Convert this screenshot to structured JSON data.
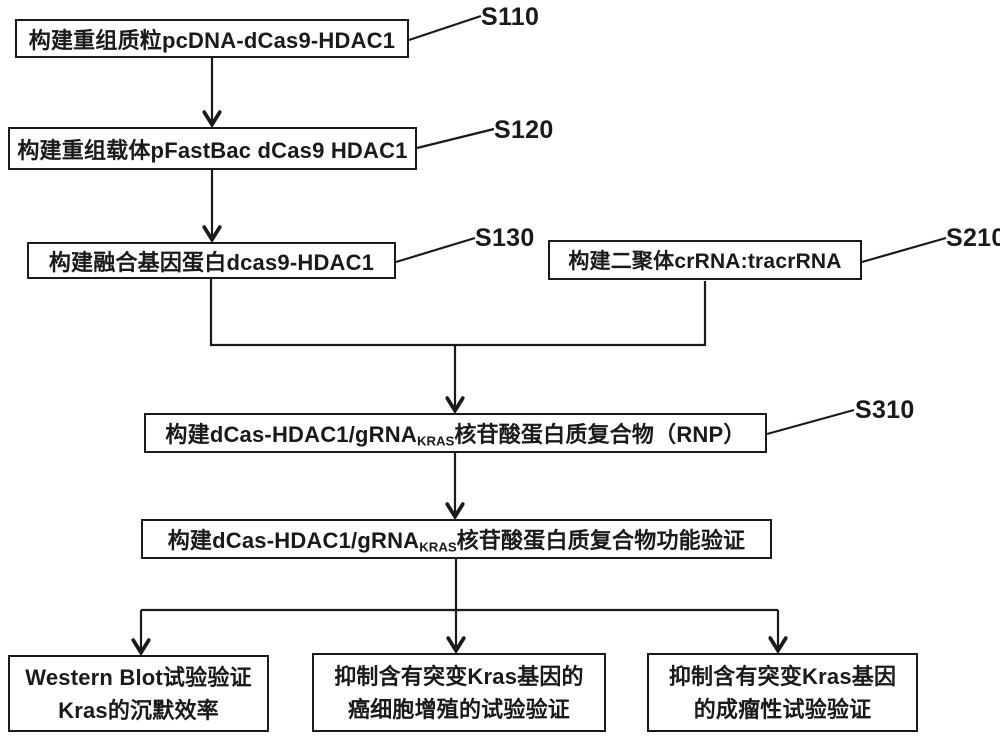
{
  "diagram": {
    "title_hint": "dCas9-HDAC1 RNP construction and validation flowchart",
    "line_color": "#1a1a1a",
    "background_color": "#ffffff",
    "boxes": {
      "s110": {
        "text": "构建重组质粒pcDNA-dCas9-HDAC1",
        "label": "S110"
      },
      "s120": {
        "text": "构建重组载体pFastBac dCas9 HDAC1",
        "label": "S120"
      },
      "s130": {
        "text": "构建融合基因蛋白dcas9-HDAC1",
        "label": "S130"
      },
      "s210": {
        "text": "构建二聚体crRNA:tracrRNA",
        "label": "S210"
      },
      "s310": {
        "prefix": "构建dCas-HDAC1/gRNA",
        "subscript": "KRAS",
        "suffix": "核苷酸蛋白质复合物（RNP）",
        "label": "S310"
      },
      "function_validation": {
        "prefix": "构建dCas-HDAC1/gRNA",
        "subscript": "KRAS",
        "suffix": "核苷酸蛋白质复合物功能验证"
      },
      "western_blot": {
        "line1": "Western Blot试验验证",
        "line2": "Kras的沉默效率"
      },
      "proliferation": {
        "line1": "抑制含有突变Kras基因的",
        "line2": "癌细胞增殖的试验验证"
      },
      "tumorigenicity": {
        "line1": "抑制含有突变Kras基因",
        "line2": "的成瘤性试验验证"
      }
    }
  }
}
